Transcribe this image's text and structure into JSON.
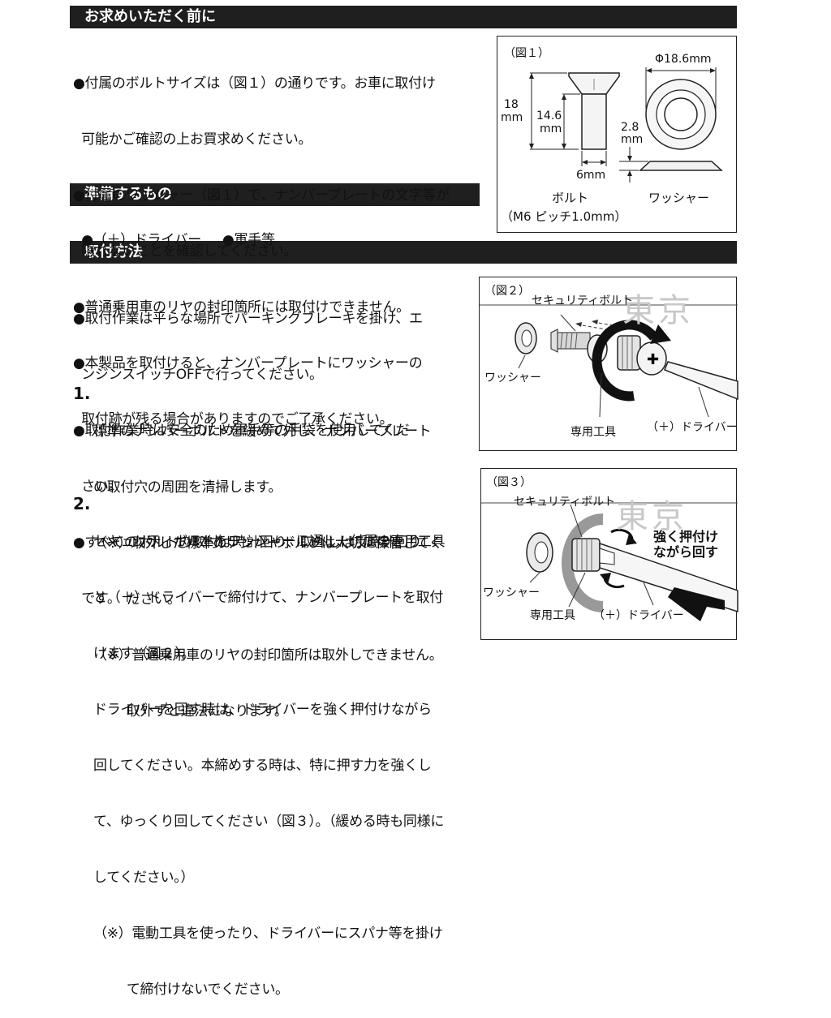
{
  "sections": {
    "before": "お求めいただく前に",
    "prepare": "準備するもの",
    "method": "取付方法"
  },
  "before_lines": [
    "●付属のボルトサイズは（図１）の通りです。お車に取付け",
    "  可能かご確認の上お買求めください。",
    "●付属のワッシャー（図１）で、ナンバープレートの文字等が",
    "  隠れないことを確認してください。",
    "●普通乗用車のリヤの封印箇所には取付けできません。",
    "●本製品を取付けると、ナンバープレートにワッシャーの",
    "  取付跡が残る場合がありますのでご了承ください。"
  ],
  "prepare_items": [
    "●（＋）ドライバー",
    "●軍手等"
  ],
  "method_lines": [
    "●取付作業は平らな場所でパーキングブレーキを掛け、エ",
    "  ンジンスイッチOFFで行ってください。",
    "●取付作業時は安全のため軍手等の手袋を使用してくだ",
    "  さい。",
    "●すべてのボルトの取付は時計回り、取外しは反時計回り",
    "  です。"
  ],
  "step1": {
    "number": "1.",
    "lines": [
      "標準のナンバーボルトを緩めて外し、ナンバープレート",
      "の取付穴の周囲を清掃します。",
      "（※）取外した標準のナンバーボルトは大切に保管してく",
      "        ださい。",
      "（※）普通乗用車のリヤの封印箇所は取外しできません。",
      "        取外すと違法になります。"
    ]
  },
  "step2": {
    "number": "2.",
    "lines": [
      "セキュリティボルトをワッシャーに通し、付属の専用工具",
      "と（＋）ドライバーで締付けて、ナンバープレートを取付",
      "けます（図２）。",
      "ドライバーを回す時は、ドライバーを強く押付けながら",
      "回してください。本締めする時は、特に押す力を強くし",
      "て、ゆっくり回してください（図３）。（緩める時も同様に",
      "してください。）",
      "（※）電動工具を使ったり、ドライバーにスパナ等を掛け",
      "        て締付けないでください。"
    ]
  },
  "fig1": {
    "title": "（図１）",
    "dim_18": "18",
    "dim_18_unit": "mm",
    "dim_146": "14.6",
    "dim_146_unit": "mm",
    "dim_6": "6mm",
    "dim_phi": "Φ18.6mm",
    "dim_28": "2.8",
    "dim_28_unit": "mm",
    "bolt_label": "ボルト",
    "bolt_spec": "（M6 ピッチ1.0mm）",
    "washer_label": "ワッシャー"
  },
  "fig2": {
    "title": "（図２）",
    "security_bolt": "セキュリティボルト",
    "washer": "ワッシャー",
    "tool": "専用工具",
    "driver": "（＋）ドライバー",
    "stamp": "東京"
  },
  "fig3": {
    "title": "（図３）",
    "security_bolt": "セキュリティボルト",
    "washer": "ワッシャー",
    "tool": "専用工具",
    "driver": "（＋）ドライバー",
    "push_note": "強く押付け\nながら回す",
    "stamp": "東京"
  }
}
